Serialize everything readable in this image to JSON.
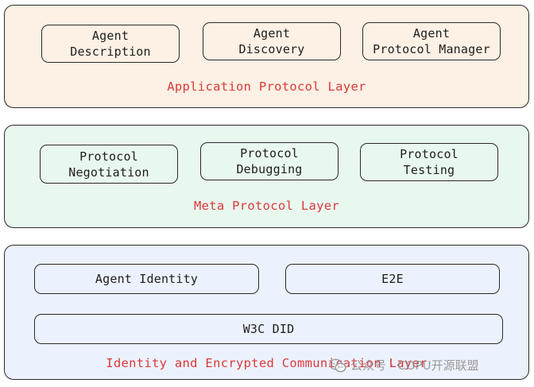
{
  "layers": {
    "application": {
      "label": "Application Protocol Layer",
      "boxes": {
        "agent_description": "Agent\nDescription",
        "agent_discovery": "Agent\nDiscovery",
        "agent_protocol_manager": "Agent\nProtocol Manager"
      },
      "fill": "#fdf0e4"
    },
    "meta": {
      "label": "Meta Protocol Layer",
      "boxes": {
        "protocol_negotiation": "Protocol\nNegotiation",
        "protocol_debugging": "Protocol\nDebugging",
        "protocol_testing": "Protocol\nTesting"
      },
      "fill": "#e9f8ef"
    },
    "identity": {
      "label": "Identity and Encrypted Communication Layer",
      "boxes": {
        "agent_identity": "Agent Identity",
        "e2e": "E2E",
        "w3c_did": "W3C DID"
      },
      "fill": "#ecf2fd"
    }
  },
  "label_color": "#d93a3a",
  "watermark": {
    "text": "公众号 · COPU开源联盟",
    "icon": "wechat-icon"
  }
}
